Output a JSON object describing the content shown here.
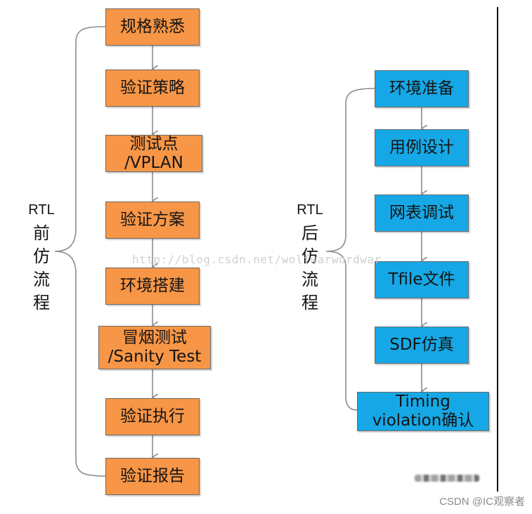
{
  "left_flow": {
    "side_label_top": "RTL",
    "side_label_bottom": "前\n仿\n流\n程",
    "steps": [
      {
        "label": "规格熟悉"
      },
      {
        "label": "验证策略"
      },
      {
        "label": "测试点\n/VPLAN"
      },
      {
        "label": "验证方案"
      },
      {
        "label": "环境搭建"
      },
      {
        "label": "冒烟测试\n/Sanity Test"
      },
      {
        "label": "验证执行"
      },
      {
        "label": "验证报告"
      }
    ]
  },
  "right_flow": {
    "side_label_top": "RTL",
    "side_label_bottom": "后\n仿\n流\n程",
    "steps": [
      {
        "label": "环境准备"
      },
      {
        "label": "用例设计"
      },
      {
        "label": "网表调试"
      },
      {
        "label": "Tfile文件"
      },
      {
        "label": "SDF仿真"
      },
      {
        "label": "Timing\nviolation确认"
      }
    ]
  },
  "colors": {
    "left_box_fill": "#f79646",
    "right_box_fill": "#16a8e6",
    "connector": "#8c8c8c"
  },
  "watermark_text": "http://blog.csdn.net/wolfwarwordwar",
  "credit_text": "CSDN @IC观察者"
}
